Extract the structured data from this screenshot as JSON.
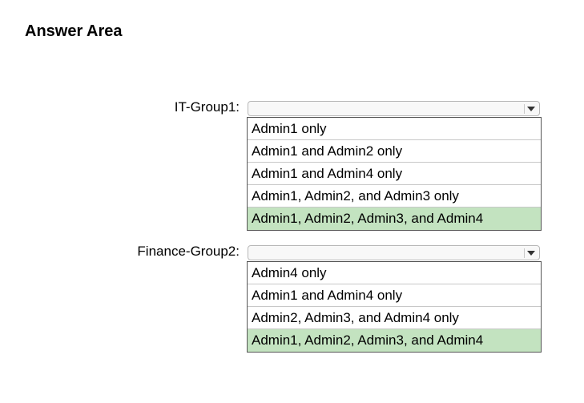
{
  "title": "Answer Area",
  "questions": [
    {
      "label": "IT-Group1:",
      "options": [
        {
          "label": "Admin1 only",
          "selected": false
        },
        {
          "label": "Admin1 and Admin2 only",
          "selected": false
        },
        {
          "label": "Admin1 and Admin4 only",
          "selected": false
        },
        {
          "label": "Admin1, Admin2, and Admin3 only",
          "selected": false
        },
        {
          "label": "Admin1, Admin2, Admin3, and Admin4",
          "selected": true
        }
      ]
    },
    {
      "label": "Finance-Group2:",
      "options": [
        {
          "label": "Admin4 only",
          "selected": false
        },
        {
          "label": "Admin1 and Admin4 only",
          "selected": false
        },
        {
          "label": "Admin2, Admin3, and Admin4 only",
          "selected": false
        },
        {
          "label": "Admin1, Admin2, Admin3, and Admin4",
          "selected": true
        }
      ]
    }
  ],
  "colors": {
    "selected_highlight": "#c3e3c0"
  },
  "icons": {
    "dropdown": "chevron-down-icon"
  }
}
